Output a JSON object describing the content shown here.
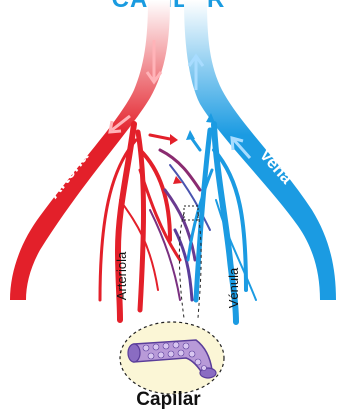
{
  "title": "CAPILAR",
  "labels": {
    "artery": "Arteria",
    "vein": "Vena",
    "arteriole": "Arteriola",
    "venule": "Vénula",
    "capillary": "Capilar"
  },
  "colors": {
    "artery": "#e3202a",
    "vein": "#1b9be2",
    "capillary": "#5a3d9a",
    "capillary_tissue": "#b89ad8",
    "background": "#ffffff",
    "magnifier_bg": "#fbf6d6"
  }
}
